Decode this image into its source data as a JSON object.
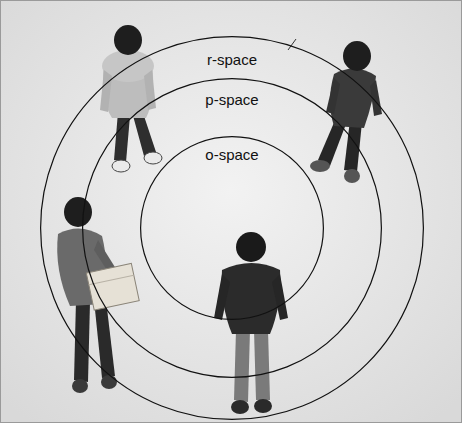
{
  "diagram": {
    "nodes": [
      {
        "text": [
          "r-space"
        ]
      },
      {
        "text": [
          "p-space"
        ],
        "in": 0
      },
      {
        "text": [
          "o-space"
        ],
        "in": 1
      }
    ]
  }
}
